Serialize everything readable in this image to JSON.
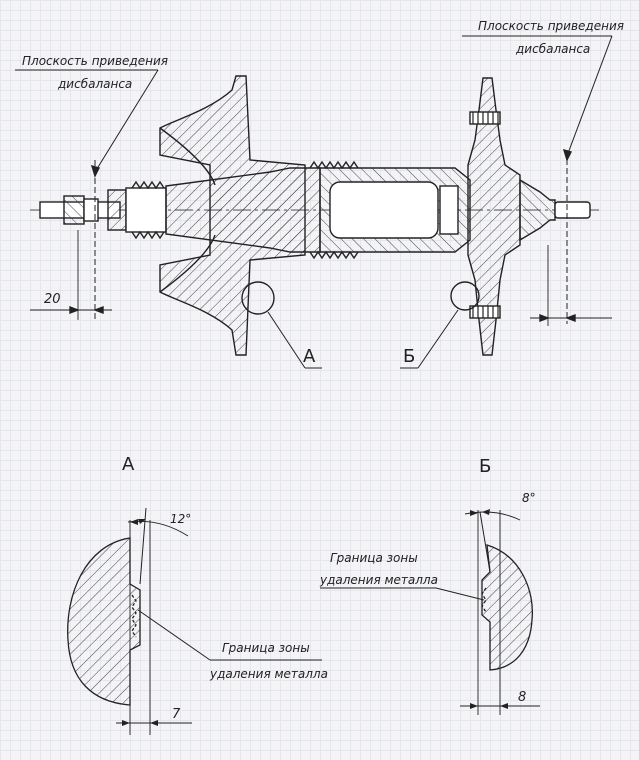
{
  "drawing": {
    "balance_plane_left": [
      "Плоскость приведения",
      "дисбаланса"
    ],
    "balance_plane_right": [
      "Плоскость приведения",
      "дисбаланса"
    ],
    "dim_left": "20",
    "view_a_label": "А",
    "view_b_label": "Б",
    "detail_a": {
      "title": "А",
      "angle": "12°",
      "zone_label": [
        "Граница зоны",
        "удаления металла"
      ],
      "dim": "7"
    },
    "detail_b": {
      "title": "Б",
      "angle": "8°",
      "zone_label": [
        "Граница зоны",
        "удаления металла"
      ],
      "dim": "8"
    }
  }
}
